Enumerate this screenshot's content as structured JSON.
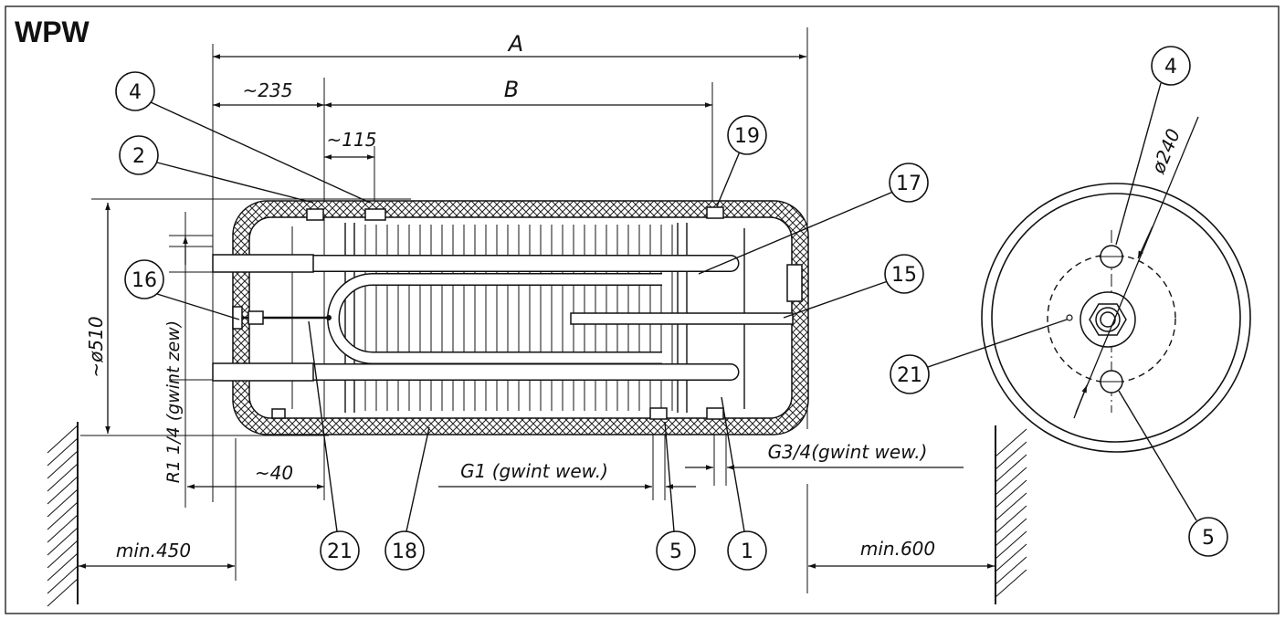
{
  "title": "WPW",
  "dimensions": {
    "length_total": "A",
    "length_inner": "B",
    "offset_235": "~235",
    "offset_115": "~115",
    "diameter_510": "~ø510",
    "thread_r114": "R1 1/4 (gwint zew)",
    "offset_40": "~40",
    "thread_g1": "G1 (gwint wew.)",
    "thread_g34": "G3/4(gwint wew.)",
    "clearance_left": "min.450",
    "clearance_right": "min.600",
    "diameter_240": "ø240"
  },
  "callouts": {
    "side_view": [
      "4",
      "2",
      "19",
      "17",
      "15",
      "16",
      "21",
      "18",
      "5",
      "1"
    ],
    "end_view": [
      "4",
      "21",
      "5"
    ]
  }
}
